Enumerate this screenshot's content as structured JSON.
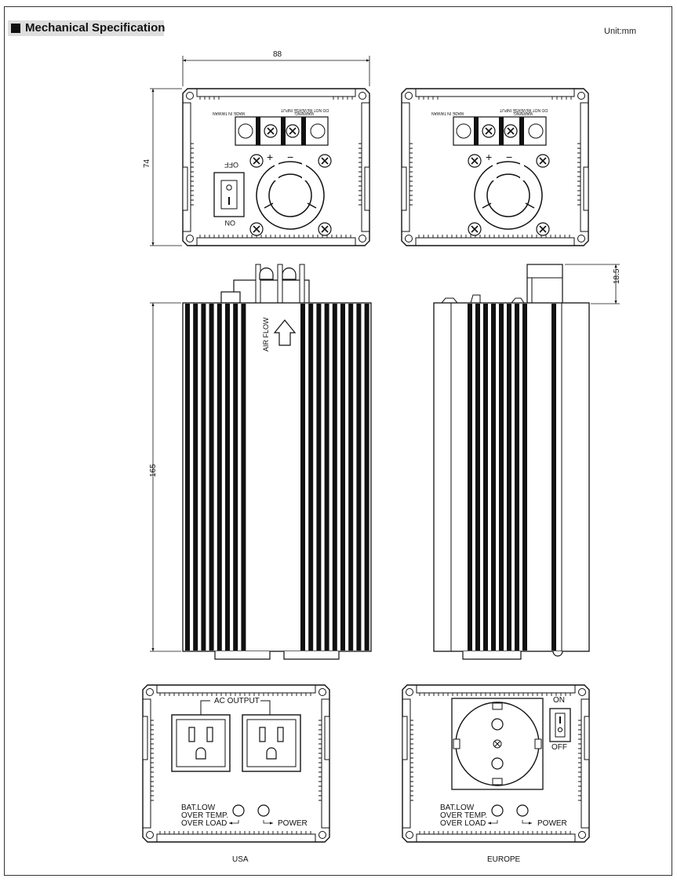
{
  "header": {
    "title": "Mechanical Specification",
    "unit": "Unit:mm"
  },
  "dimensions": {
    "width": "88",
    "height_front": "74",
    "length": "165",
    "terminal_height": "18.5"
  },
  "input_panel": {
    "warning_line1": "WARNING:",
    "warning_line2": "DO NOT REVERSE INPUT",
    "made_in": "MADE IN TAIWAN",
    "plus": "+",
    "minus": "−",
    "switch_off": "OFF",
    "switch_on": "ON"
  },
  "side_view": {
    "air_flow": "AIR FLOW"
  },
  "usa_panel": {
    "ac_output": "AC OUTPUT",
    "led_line1": "BAT.LOW",
    "led_line2": "OVER TEMP.",
    "led_line3": "OVER LOAD",
    "power": "POWER",
    "caption": "USA"
  },
  "europe_panel": {
    "switch_on": "ON",
    "switch_off": "OFF",
    "led_line1": "BAT.LOW",
    "led_line2": "OVER TEMP.",
    "led_line3": "OVER LOAD",
    "power": "POWER",
    "caption": "EUROPE"
  }
}
